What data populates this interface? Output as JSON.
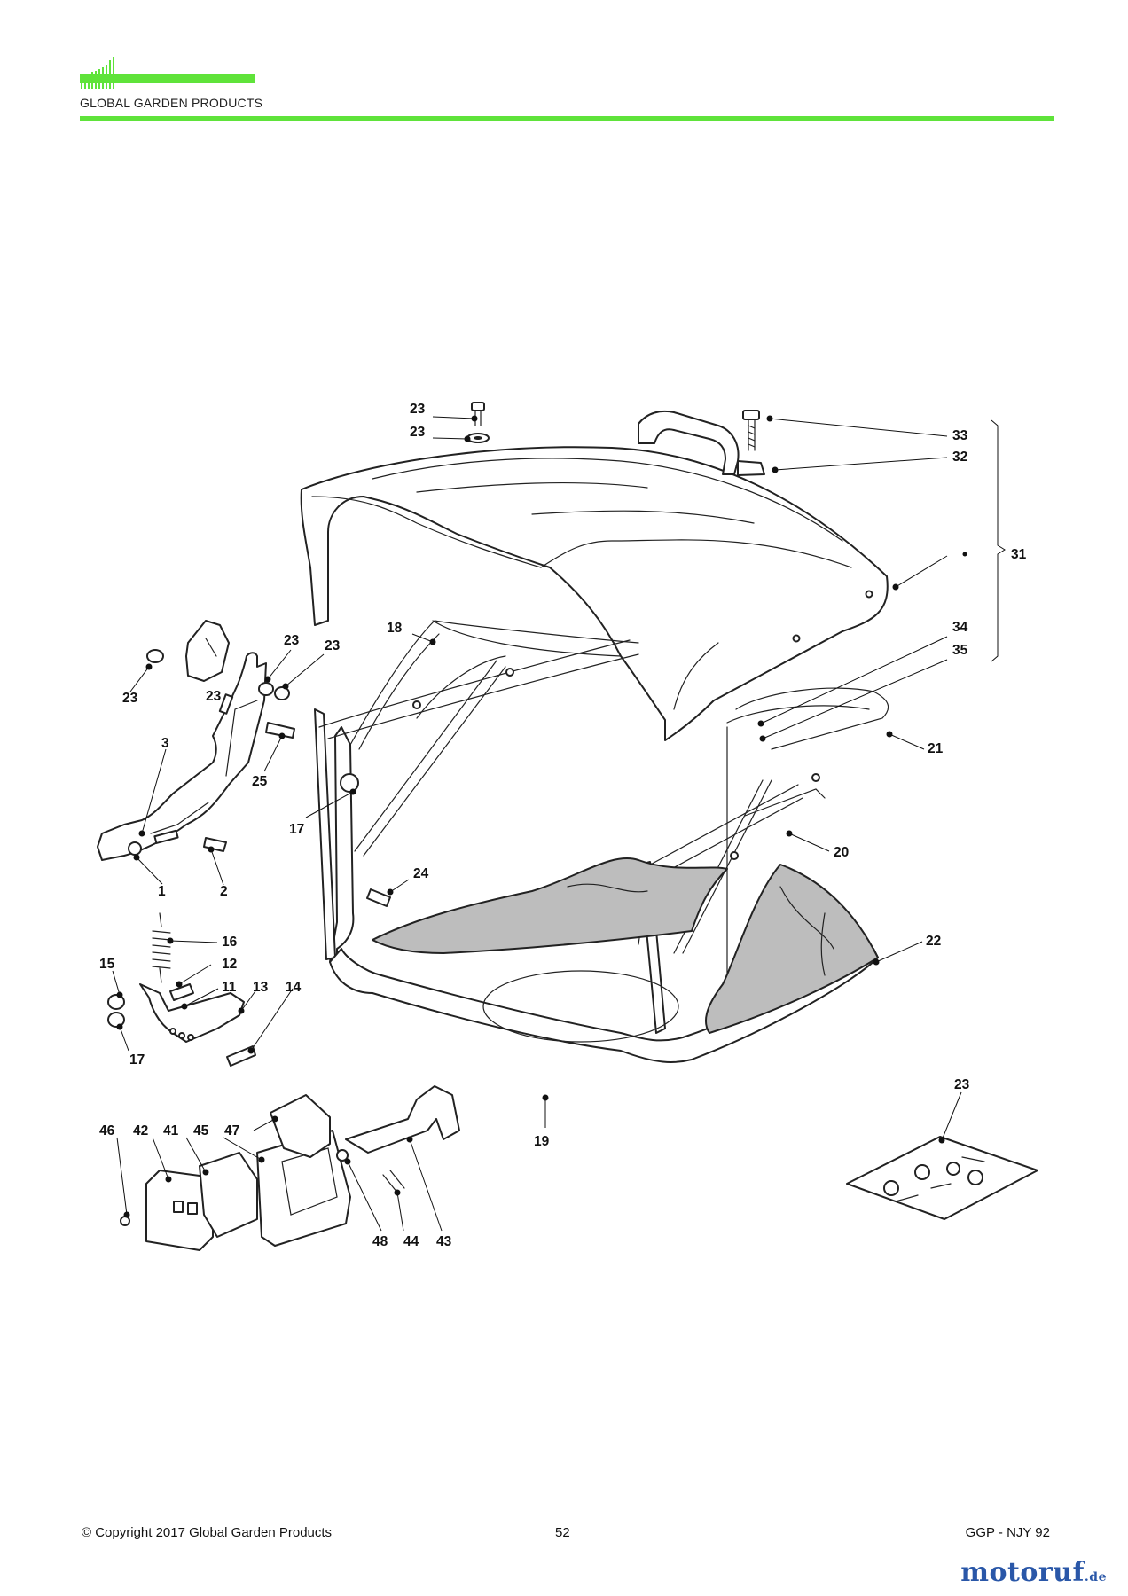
{
  "header": {
    "brand": "GLOBAL GARDEN PRODUCTS",
    "accent_color": "#5fe33a"
  },
  "diagram": {
    "callouts": [
      "23",
      "23",
      "33",
      "32",
      "31",
      "34",
      "35",
      "18",
      "21",
      "20",
      "22",
      "19",
      "17",
      "24",
      "23",
      "23",
      "23",
      "23",
      "3",
      "25",
      "1",
      "2",
      "16",
      "12",
      "15",
      "11",
      "13",
      "14",
      "17",
      "46",
      "42",
      "41",
      "45",
      "47",
      "48",
      "44",
      "43",
      "23"
    ]
  },
  "footer": {
    "copyright": "© Copyright 2017 Global Garden Products",
    "page_number": "52",
    "model": "GGP - NJY 92"
  },
  "watermark": {
    "name": "motoruf",
    "tld": ".de"
  }
}
